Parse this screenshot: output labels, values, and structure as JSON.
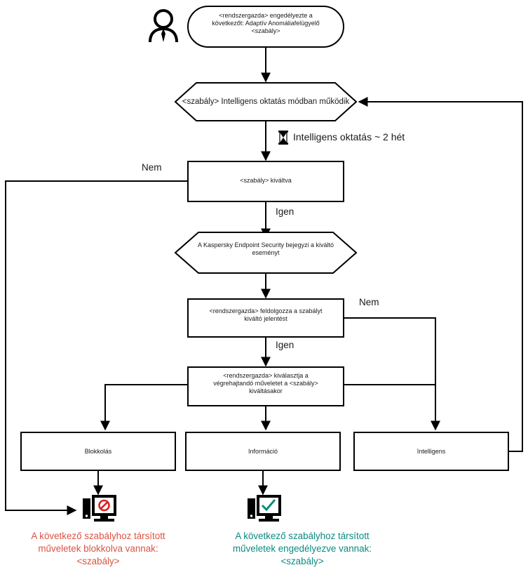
{
  "diagram": {
    "title": "Adaptiv Anomaliafelugyelo szabaly folyamatabra",
    "language": "hu",
    "colors": {
      "stroke": "#000000",
      "text": "#1a1a1a",
      "blocked": "#db5341",
      "allowed": "#0b8b80",
      "background": "#ffffff"
    },
    "actor": {
      "icon": "person-icon",
      "label": ""
    },
    "nodes": [
      {
        "id": "start",
        "shape": "rounded",
        "name": "admin-enabled-rule-node",
        "lines": [
          "<rendszergazda> engedélyezte a",
          "következőt: Adaptív Anomáliafelügyelő",
          "<szabály>"
        ]
      },
      {
        "id": "smart-training",
        "shape": "hexagon",
        "name": "smart-training-mode-node",
        "lines": [
          "<szabály> Intelligens oktatás módban működik"
        ]
      },
      {
        "id": "rule-triggered",
        "shape": "rect",
        "name": "rule-triggered-node",
        "lines": [
          "<szabály> kiváltva"
        ]
      },
      {
        "id": "kes-logs",
        "shape": "hexagon",
        "name": "kes-logs-event-node",
        "lines": [
          "A Kaspersky Endpoint Security bejegyzi a kiváltó",
          "eseményt"
        ]
      },
      {
        "id": "admin-processes",
        "shape": "rect",
        "name": "admin-processes-report-node",
        "lines": [
          "<rendszergazda>  feldolgozza a szabályt",
          "kiváltó jelentést"
        ]
      },
      {
        "id": "admin-selects",
        "shape": "rect",
        "name": "admin-selects-action-node",
        "lines": [
          "<rendszergazda> kiválasztja a",
          "végrehajtandó műveletet a <szabály>",
          "kiváltásakor"
        ]
      },
      {
        "id": "block",
        "shape": "rect",
        "name": "action-block-node",
        "lines": [
          "Blokkolás"
        ]
      },
      {
        "id": "inform",
        "shape": "rect",
        "name": "action-inform-node",
        "lines": [
          "Információ"
        ]
      },
      {
        "id": "smart",
        "shape": "rect",
        "name": "action-smart-node",
        "lines": [
          "Intelligens"
        ]
      }
    ],
    "edge_labels": [
      {
        "id": "no-triggered",
        "name": "edge-label-no-rule-triggered",
        "text": "Nem"
      },
      {
        "id": "yes-triggered",
        "name": "edge-label-yes-rule-triggered",
        "text": "Igen"
      },
      {
        "id": "no-report",
        "name": "edge-label-no-report",
        "text": "Nem"
      },
      {
        "id": "yes-report",
        "name": "edge-label-yes-report",
        "text": "Igen"
      }
    ],
    "wait_note": {
      "name": "smart-training-duration-note",
      "icon": "hourglass-icon",
      "text": "Intelligens oktatás ~ 2 hét"
    },
    "outcomes": [
      {
        "id": "blocked",
        "name": "outcome-blocked",
        "icon": "computer-blocked-icon",
        "lines": [
          "A következő szabályhoz társított",
          "műveletek blokkolva vannak:",
          "<szabály>"
        ]
      },
      {
        "id": "allowed",
        "name": "outcome-allowed",
        "icon": "computer-allowed-icon",
        "lines": [
          "A következő szabályhoz társított",
          "műveletek engedélyezve vannak:",
          "<szabály>"
        ]
      }
    ]
  }
}
